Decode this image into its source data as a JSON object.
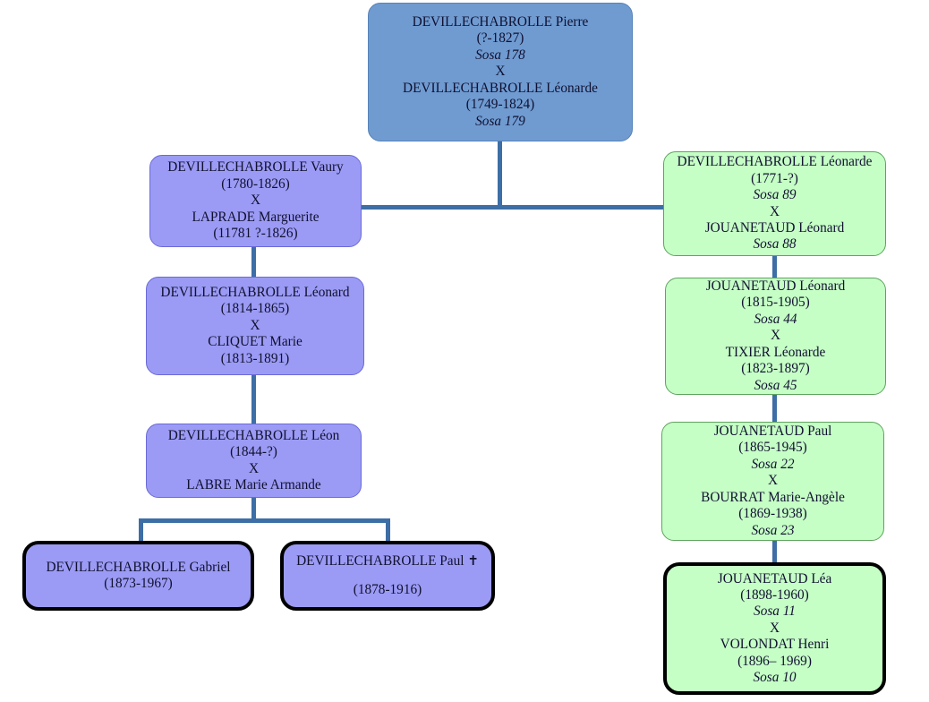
{
  "diagram": {
    "title": "Genealogy tree - DEVILLECHABROLLE / JOUANETAUD",
    "colors": {
      "blue_fill": "#6f9bd1",
      "purple_fill": "#9b9bf5",
      "green_fill": "#c6ffc6",
      "connector": "#3d6ea5",
      "highlight_border": "#000000"
    }
  },
  "nodes": {
    "pierre": {
      "name": "DEVILLECHABROLLE Pierre",
      "dates": "(?-1827)",
      "sosa": "Sosa 178",
      "union": "X",
      "spouse_name": "DEVILLECHABROLLE Léonarde",
      "spouse_dates": "(1749-1824)",
      "spouse_sosa": "Sosa 179"
    },
    "vaury": {
      "name": "DEVILLECHABROLLE Vaury",
      "dates": "(1780-1826)",
      "union": "X",
      "spouse_name": "LAPRADE Marguerite",
      "spouse_dates": "(11781 ?-1826)"
    },
    "leonard_dev": {
      "name": "DEVILLECHABROLLE Léonard",
      "dates": "(1814-1865)",
      "union": "X",
      "spouse_name": "CLIQUET Marie",
      "spouse_dates": "(1813-1891)"
    },
    "leon_dev": {
      "name": "DEVILLECHABROLLE Léon",
      "dates": "(1844-?)",
      "union": "X",
      "spouse_name": "LABRE Marie Armande"
    },
    "gabriel": {
      "name": "DEVILLECHABROLLE Gabriel",
      "dates": "(1873-1967)"
    },
    "paul_dev": {
      "name": "DEVILLECHABROLLE Paul",
      "marker": "✝",
      "dates": "(1878-1916)"
    },
    "leonarde_dev": {
      "name": "DEVILLECHABROLLE Léonarde",
      "dates": "(1771-?)",
      "sosa": "Sosa 89",
      "union": "X",
      "spouse_name": "JOUANETAUD Léonard",
      "spouse_sosa": "Sosa 88"
    },
    "leonard_jou": {
      "name": "JOUANETAUD Léonard",
      "dates": "(1815-1905)",
      "sosa": "Sosa 44",
      "union": "X",
      "spouse_name": "TIXIER Léonarde",
      "spouse_dates": "(1823-1897)",
      "spouse_sosa": "Sosa 45"
    },
    "paul_jou": {
      "name": "JOUANETAUD Paul",
      "dates": "(1865-1945)",
      "sosa": "Sosa 22",
      "union": "X",
      "spouse_name": "BOURRAT Marie-Angèle",
      "spouse_dates": "(1869-1938)",
      "spouse_sosa": "Sosa 23"
    },
    "lea_jou": {
      "name": "JOUANETAUD Léa",
      "dates": "(1898-1960)",
      "sosa": "Sosa 11",
      "union": "X",
      "spouse_name": "VOLONDAT Henri",
      "spouse_dates": "(1896– 1969)",
      "spouse_sosa": "Sosa 10"
    }
  }
}
